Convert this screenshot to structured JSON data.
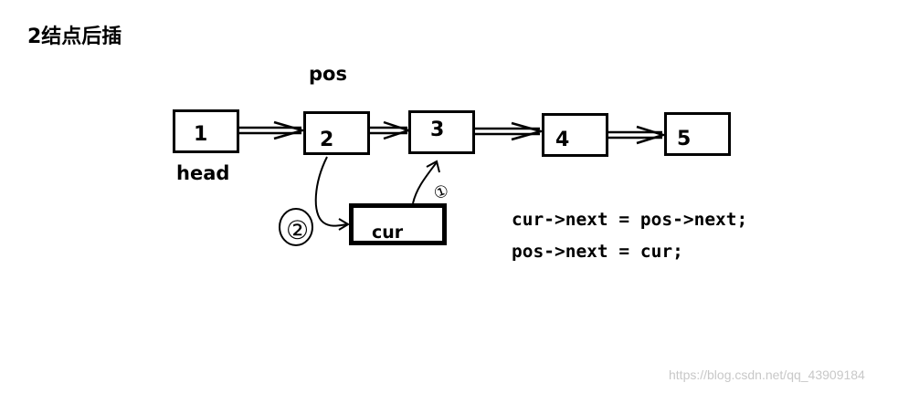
{
  "title": "2结点后插",
  "labels": {
    "pos": "pos",
    "head": "head"
  },
  "nodes": [
    "1",
    "2",
    "3",
    "4",
    "5"
  ],
  "new_node": "cur",
  "step_marks": [
    "②",
    "①"
  ],
  "code_lines": [
    "cur->next = pos->next;",
    "pos->next = cur;"
  ],
  "watermark": "https://blog.csdn.net/qq_43909184"
}
